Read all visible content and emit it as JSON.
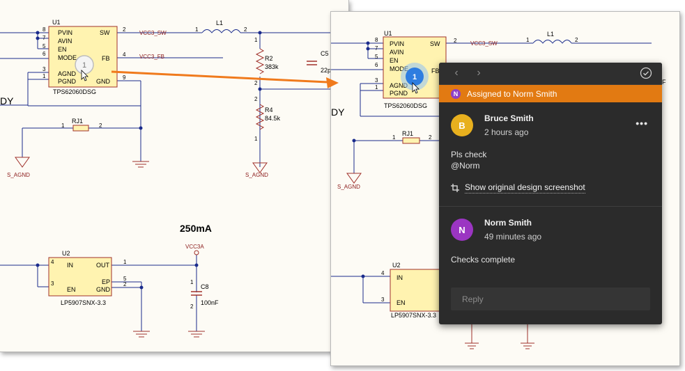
{
  "schematic": {
    "u1": {
      "designator": "U1",
      "part": "TPS62060DSG",
      "pins_left": [
        "PVIN",
        "AVIN",
        "EN",
        "MODE",
        "AGND",
        "PGND"
      ],
      "pins_right": [
        "SW",
        "FB",
        "GND"
      ],
      "pin_numbers": {
        "pvin": "8",
        "avin": "7",
        "en": "5",
        "mode": "6",
        "agnd": "3",
        "pgnd": "1",
        "sw": "2",
        "fb": "4",
        "gnd": "9"
      }
    },
    "nets": {
      "sw": "VCC3_SW",
      "fb": "VCC3_FB",
      "vcc3a": "VCC3A",
      "s_agnd": "S_AGND"
    },
    "l1": {
      "designator": "L1",
      "pin1": "1",
      "pin2": "2"
    },
    "r2": {
      "designator": "R2",
      "value": "383k",
      "pin1": "1",
      "pin2": "2"
    },
    "r4": {
      "designator": "R4",
      "value": "84.5k",
      "pin1": "1",
      "pin2": "2"
    },
    "c5": {
      "designator": "C5",
      "value": "22p"
    },
    "rj1": {
      "designator": "RJ1",
      "pin1": "1",
      "pin2": "2"
    },
    "u2": {
      "designator": "U2",
      "part": "LP5907SNX-3.3",
      "pins_left": [
        "IN",
        "EN"
      ],
      "pins_right": [
        "OUT",
        "EP",
        "GND"
      ],
      "pin_numbers": {
        "in": "4",
        "en": "3",
        "out": "1",
        "ep": "5",
        "gnd": "2"
      }
    },
    "c8": {
      "designator": "C8",
      "value": "100nF",
      "pin1": "1",
      "pin2": "2"
    },
    "current_label": "250mA",
    "fragment_label": "DY",
    "fb_fragment": "FB",
    "fb_fragment_right": "F"
  },
  "markers": {
    "left": "1",
    "right": "1"
  },
  "colors": {
    "accent": "#e27a12",
    "marker": "#2e7de0",
    "arrow": "#f07a1c",
    "wire": "#1a2b8c",
    "component_fill": "#fff3b0",
    "component_border": "#a0302a",
    "net_label": "#8b1a1a"
  },
  "comment_panel": {
    "nav": {
      "prev_icon": "chevron-left",
      "next_icon": "chevron-right",
      "resolve_icon": "check-circle",
      "prev_glyph": "‹",
      "next_glyph": "›"
    },
    "assigned": {
      "avatar_initial": "N",
      "text": "Assigned to Norm Smith"
    },
    "comments": [
      {
        "initial": "B",
        "author": "Bruce Smith",
        "time": "2 hours ago",
        "body_line1": "Pls check",
        "body_line2": "@Norm",
        "avatar_color": "#e8b01e"
      },
      {
        "initial": "N",
        "author": "Norm Smith",
        "time": "49 minutes ago",
        "body": "Checks complete",
        "avatar_color": "#9b35c2"
      }
    ],
    "more_label": "•••",
    "screenshot_link": "Show original design screenshot",
    "reply_placeholder": "Reply"
  }
}
